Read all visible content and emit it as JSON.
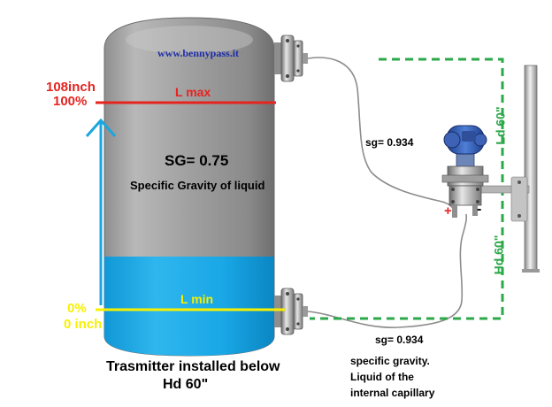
{
  "watermark": "www.bennypass.it",
  "tank": {
    "lmax_label": "L max",
    "lmin_label": "L min",
    "sg_label": "SG= 0.75",
    "sg_caption": "Specific Gravity of liquid"
  },
  "scale": {
    "top_inch": "108inch",
    "top_pct": "100%",
    "bottom_pct": "0%",
    "bottom_inch": "0 inch"
  },
  "capillary": {
    "upper_sg": "sg= 0.934",
    "lower_sg": "sg= 0.934",
    "lower_note_1": "specific gravity.",
    "lower_note_2": "Liquid of the",
    "lower_note_3": "internal capillary"
  },
  "transmitter": {
    "plus": "+",
    "minus": "-"
  },
  "dims": {
    "ld": "Ld 60\"",
    "hd": "Hd 60\""
  },
  "caption": {
    "line1": "Trasmitter installed below",
    "line2": "Hd 60\""
  },
  "colors": {
    "red": "#e52420",
    "yellow": "#f7f000",
    "cyan": "#1aa6de",
    "green": "#2ca84a",
    "liquid": "#0fa3e5"
  }
}
